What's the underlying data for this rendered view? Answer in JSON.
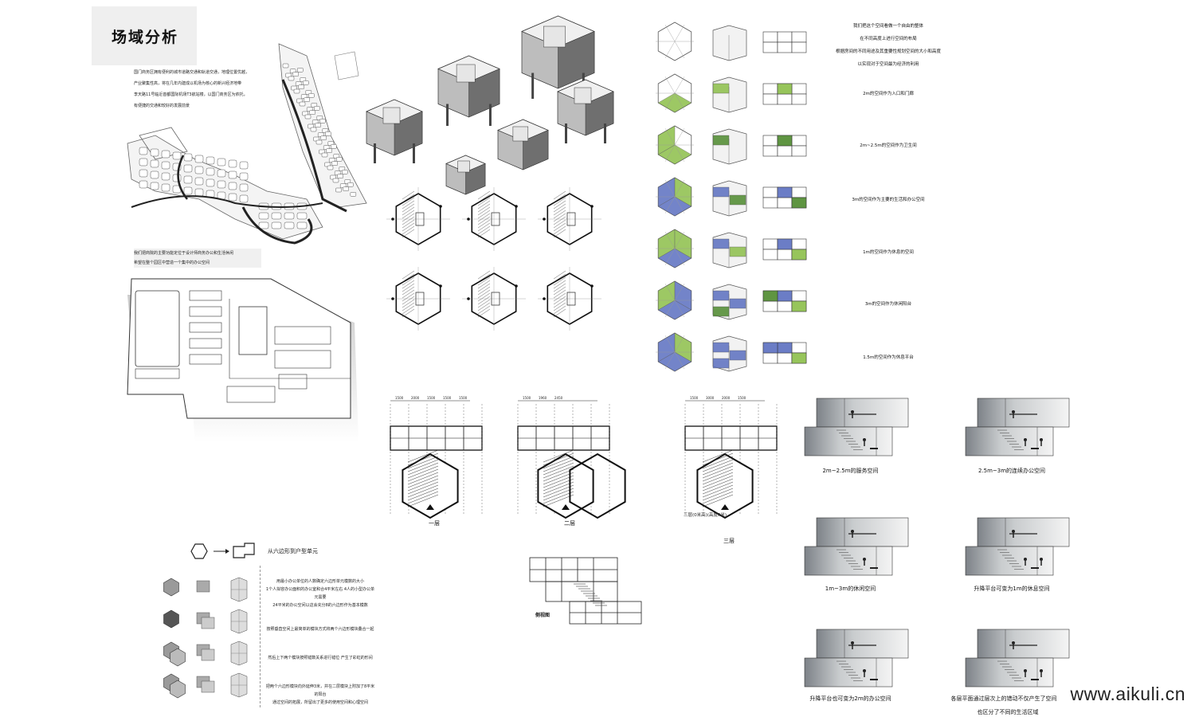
{
  "title": "场域分析",
  "intro_lines": [
    "国门商务区拥有便利的城市道路交通和轨道交通，地理位置优越，",
    "产业聚集性高，将在几年内建成以机场为核心的新兴经济地带",
    "李天路11号临近首都国际机场T3航站楼，以国门商务区为依托，",
    "有便捷的交通和较好的发展前景"
  ],
  "site_note_lines": [
    "我们把商院的主要功能定位于设计师商务办公和生活休闲",
    "希望在整个园区中营造一个集中的办公空间"
  ],
  "concept_lines": [
    "我们把这个空间看做一个自由的整体",
    "在不同高度上进行空间的布局",
    "根据房间的不同用途及其重要性规划空间的大小和高度",
    "以实现对于空间最为经济的利用"
  ],
  "rows": [
    {
      "label": "2m的空间作为入口和门廊"
    },
    {
      "label": "2m~2.5m的空间作为卫生间"
    },
    {
      "label": "3m的空间作为主要的生活和办公空间"
    },
    {
      "label": "1m的空间作为休息的空间"
    },
    {
      "label": "3m的空间作为休闲阳台"
    },
    {
      "label": "1.5m的空间作为休息平台"
    }
  ],
  "plan_labels": [
    "一层",
    "二层",
    "三层"
  ],
  "plan_note": "三层(0米高)(高度6米)",
  "side_view_label": "侧视图",
  "dims": {
    "plan1": [
      "1500",
      "2000",
      "1500",
      "1500",
      "1500"
    ],
    "plan2": [
      "1500",
      "1960",
      "2450"
    ],
    "plan3": [
      "1500",
      "3000",
      "2000",
      "1500"
    ]
  },
  "hex_label": "从六边形到户型单元",
  "hex_notes": [
    "用最小办公单位的人数确定六边形单元模数的大小",
    "1个人拟容办公面积的办公室和合4平米左右  4人的小型办公单元需要",
    "24平米的办公空间以这会充分8的六边形作为基本模数",
    "按照垂直空间上最简单的模块方式将两个六边形模块叠合一起",
    "然后上下两个模块按照错数关系进行错位  产生了彩虹的形间",
    "把两个六边形模块向外延伸3米，并在二层模块上附加了8平米的阳台",
    "通过空间的拓展，所留出了更多的使用空间和心理空间"
  ],
  "section_captions": [
    "2m~2.5m的服务空间",
    "2.5m~3m的连续办公空间",
    "1m~3m的休闲空间",
    "升降平台可变为1m的休息空间",
    "升降平台也可变为2m的办公空间",
    "各层平面通过层次上的错动不仅产生了空间",
    "也区分了不同的生活区域"
  ],
  "watermark": "www.aikuli.cn",
  "colors": {
    "blue": "#5b6fc0",
    "green": "#8cbf4a",
    "dark_green": "#4e8a2e",
    "grey": "#9a9a9a"
  }
}
